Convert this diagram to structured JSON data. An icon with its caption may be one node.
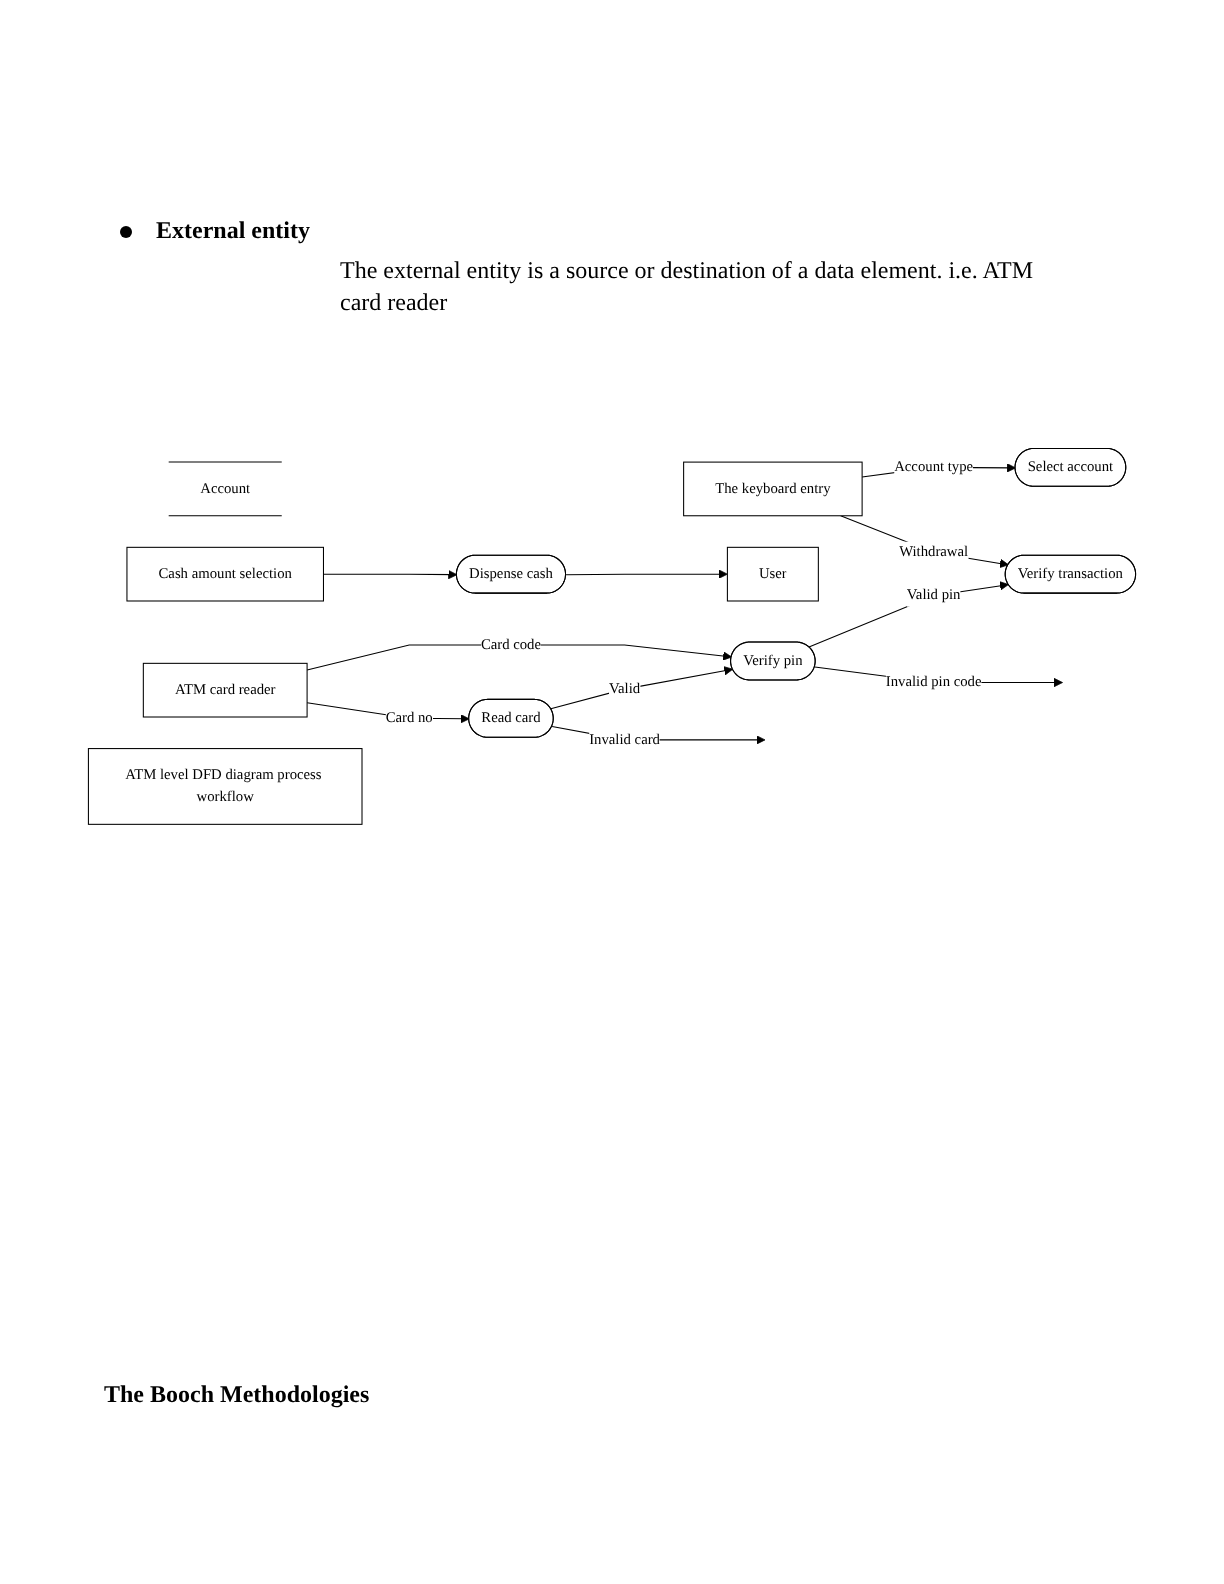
{
  "diagram": {
    "title": "External entity",
    "nodes": [
      {
        "text": [
          "Account"
        ]
      },
      {
        "text": [
          "ATM card reader"
        ]
      },
      {
        "text": [
          "Read card"
        ]
      },
      {
        "text": [
          "The keyboard entry"
        ]
      },
      {
        "text": [
          "Verify pin"
        ]
      },
      {
        "text": [
          "Select account"
        ]
      },
      {
        "text": [
          "Verify transaction"
        ]
      },
      {
        "text": [
          "Cash amount selection"
        ]
      },
      {
        "text": [
          "Dispense cash"
        ]
      },
      {
        "text": [
          "ATM level DFD diagram process workflow"
        ]
      },
      {
        "text": [
          "User"
        ]
      }
    ],
    "edges": [
      {
        "from": 1,
        "to": 2,
        "arrow": "to",
        "label": "Card no"
      },
      {
        "from": 2,
        "to": null,
        "arrow": "to",
        "label": "Invalid card"
      },
      {
        "from": 2,
        "to": 4,
        "arrow": "to",
        "label": "Valid"
      },
      {
        "from": 1,
        "to": 4,
        "arrow": "to",
        "label": "Card code"
      },
      {
        "from": 4,
        "to": null,
        "arrow": "to",
        "label": "Invalid pin code"
      },
      {
        "from": 4,
        "to": 6,
        "arrow": "to",
        "label": "Valid pin"
      },
      {
        "from": 3,
        "to": 6,
        "arrow": "to",
        "label": "Withdrawal"
      },
      {
        "from": 3,
        "to": 5,
        "arrow": "to",
        "label": "Account type"
      },
      {
        "from": 7,
        "to": 8,
        "arrow": "to"
      },
      {
        "from": 8,
        "to": 10,
        "arrow": "to"
      }
    ],
    "labels": [
      "The external entity is a source or destination of a data element. i.e. ATM card reader",
      "The Booch Methodologies"
    ]
  }
}
